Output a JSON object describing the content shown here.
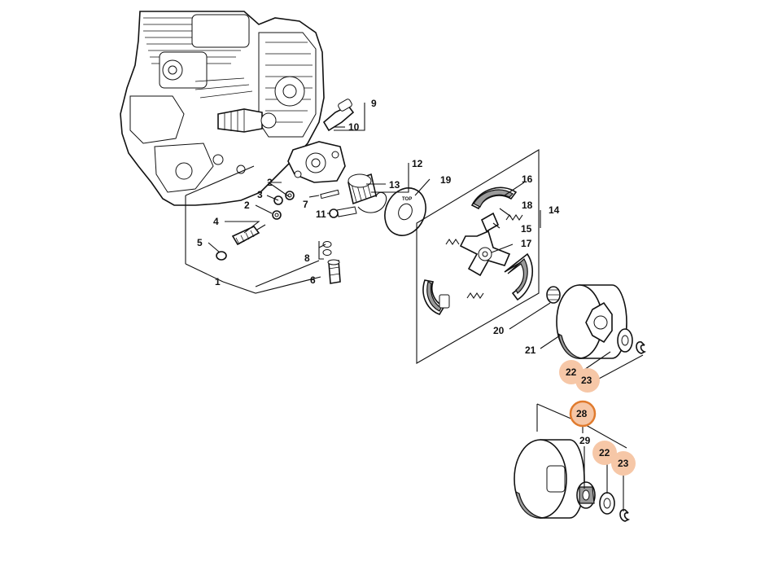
{
  "colors": {
    "line": "#111111",
    "highlight_fill": "#f6c7a7",
    "highlight_selected_ring": "#e07b2e"
  },
  "callouts": {
    "c1": "1",
    "c2a": "2",
    "c2b": "2",
    "c3": "3",
    "c4": "4",
    "c5": "5",
    "c6": "6",
    "c7": "7",
    "c8": "8",
    "c9": "9",
    "c10": "10",
    "c11": "11",
    "c12": "12",
    "c13": "13",
    "c14": "14",
    "c15": "15",
    "c16": "16",
    "c17": "17",
    "c18": "18",
    "c19": "19",
    "c20": "20",
    "c21": "21",
    "c22a": "22",
    "c23a": "23",
    "c28": "28",
    "c29": "29",
    "c22b": "22",
    "c23b": "23"
  },
  "highlighted_callouts": [
    "22",
    "23",
    "28"
  ],
  "selected_callout": "28",
  "thrust_washer_label": "TOP"
}
